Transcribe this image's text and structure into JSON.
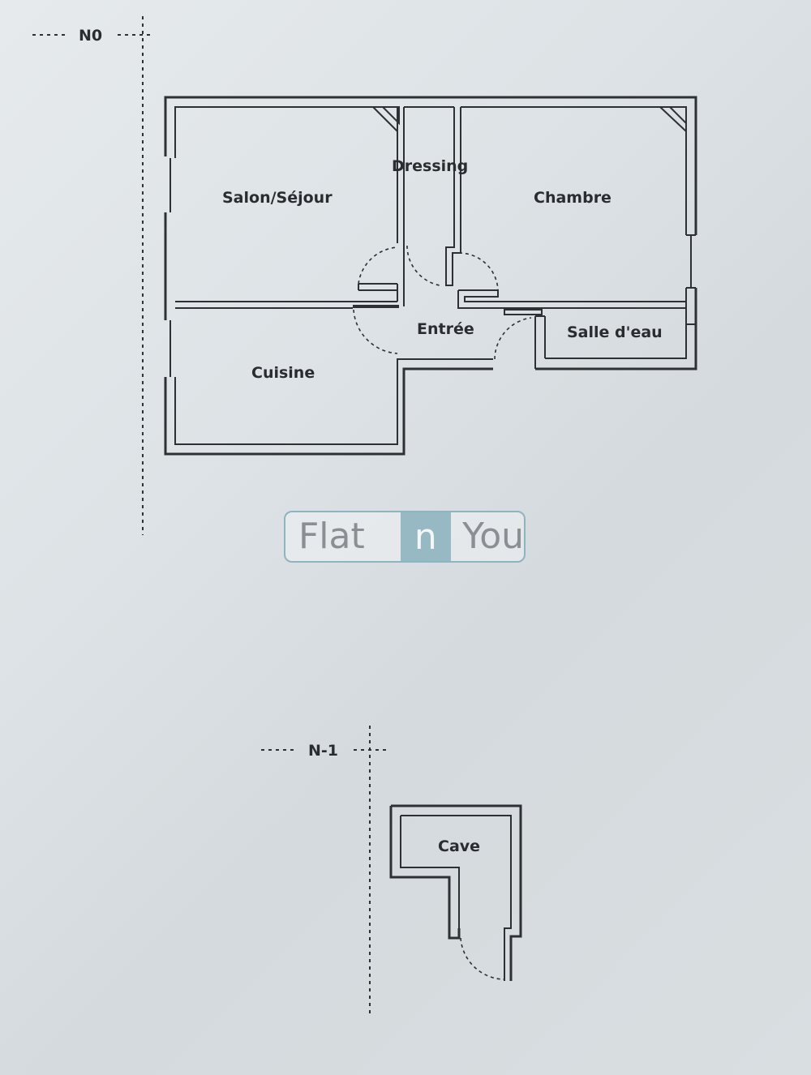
{
  "levels": {
    "ground": "N0",
    "basement": "N-1"
  },
  "rooms": {
    "salon": "Salon/Séjour",
    "dressing": "Dressing",
    "chambre": "Chambre",
    "entree": "Entrée",
    "salle_eau": "Salle d'eau",
    "cuisine": "Cuisine",
    "cave": "Cave"
  },
  "logo": {
    "part1": "Flat",
    "part2": "n",
    "part3": "You",
    "accent_color": "#97b9c4"
  }
}
